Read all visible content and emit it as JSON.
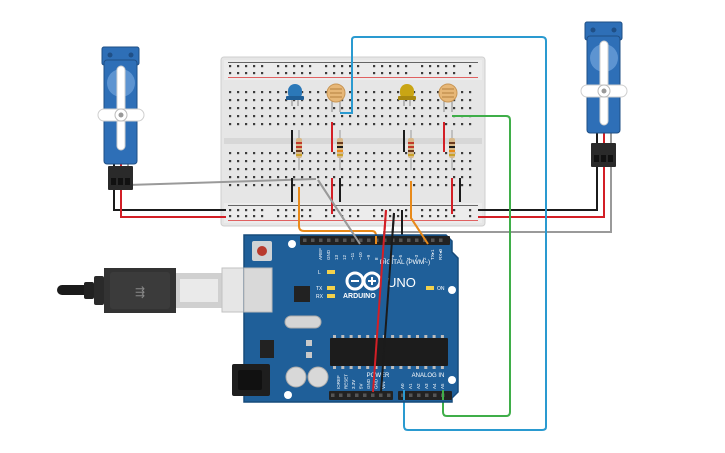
{
  "board": {
    "logo": "ARDUINO",
    "model": "UNO",
    "digital_header": "DIGITAL (PWM~)",
    "power_header": "POWER",
    "analog_header": "ANALOG IN",
    "led_l": "L",
    "led_tx": "TX",
    "led_rx": "RX",
    "led_on": "ON",
    "digital_pins": [
      "AREF",
      "GND",
      "13",
      "12",
      "~11",
      "~10",
      "~9",
      "8",
      "7",
      "~6",
      "~5",
      "4",
      "~3",
      "2",
      "TX▸1",
      "RX◂0"
    ],
    "power_pins": [
      "IOREF",
      "RESET",
      "3.3V",
      "5V",
      "GND",
      "GND",
      "VIN"
    ],
    "analog_pins": [
      "A0",
      "A1",
      "A2",
      "A3",
      "A4",
      "A5"
    ]
  },
  "colors": {
    "board": "#1f5f99",
    "board_dark": "#164a79",
    "breadboard": "#e4e4e4",
    "servo": "#2e6fb7",
    "wire_red": "#d31f26",
    "wire_black": "#1b1b1b",
    "wire_gray": "#9a9a9a",
    "wire_orange": "#e88a1a",
    "wire_green": "#3fae49",
    "wire_blue": "#2a9ad0",
    "led_blue": "#2b78b8",
    "led_yellow": "#c9a514",
    "ldr": "#e7b777"
  },
  "components": {
    "servo_left": "servo-motor",
    "servo_right": "servo-motor",
    "ldr_1": "photoresistor",
    "ldr_2": "photoresistor",
    "led_1": "blue-led",
    "led_2": "yellow-led",
    "usb": "usb-b-cable"
  }
}
